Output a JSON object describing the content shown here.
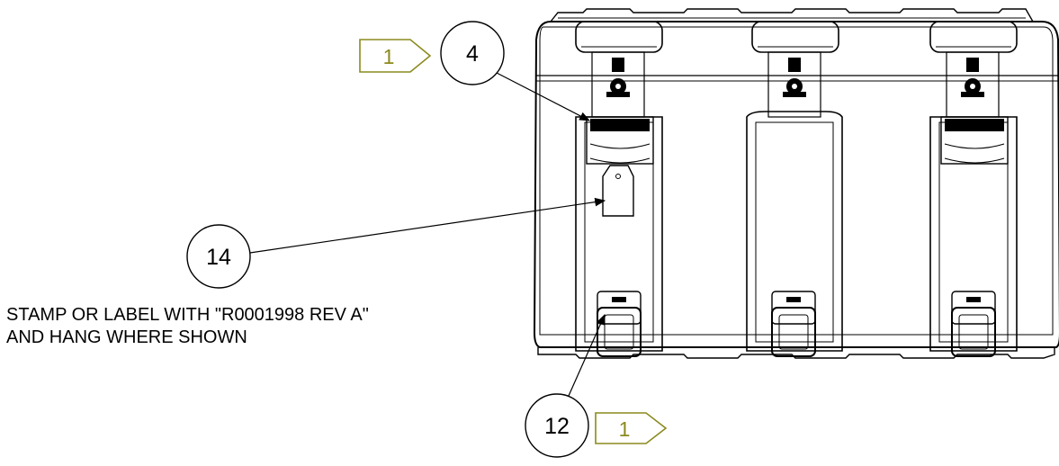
{
  "colors": {
    "flag": "#8c8a1e",
    "ink": "#000000",
    "background": "#ffffff"
  },
  "callouts": {
    "balloon_top": "4",
    "balloon_tag": "14",
    "balloon_bottom": "12",
    "flag_top": "1",
    "flag_bottom": "1"
  },
  "note": {
    "line1": "STAMP OR LABEL WITH \"R0001998 REV A\"",
    "line2": "AND HANG WHERE SHOWN"
  }
}
